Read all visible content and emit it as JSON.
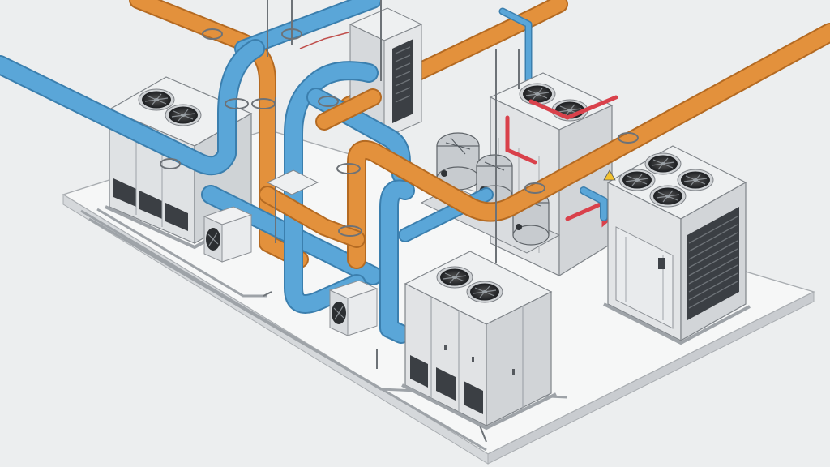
{
  "diagram": {
    "type": "isometric mechanical plant layout",
    "text_labels": [],
    "colors": {
      "background": "#eceeef",
      "floor_slab": "#f3f4f5",
      "cold_pipe": "#5aa6d8",
      "hot_pipe": "#e3913c",
      "refrigerant_line": "#d9414b",
      "equipment_body": "#e6e8ea",
      "equipment_shadow": "#c8cbcf",
      "louver": "#3b3f44",
      "fan": "#2c2f33"
    },
    "equipment": [
      {
        "name": "air-handling-unit-left",
        "fans": 2
      },
      {
        "name": "rooftop-unit-front",
        "fans": 2
      },
      {
        "name": "air-cooled-chiller-right",
        "fans": 4
      },
      {
        "name": "packaged-unit-back",
        "fans": 2
      },
      {
        "name": "electrical-cabinet-back",
        "fans": 0
      },
      {
        "name": "pump-skid-center",
        "pumps": 3
      },
      {
        "name": "condenser-fan-box",
        "count": 2
      }
    ],
    "pipe_circuits": [
      {
        "name": "chilled-water-circuit",
        "color_key": "cold_pipe"
      },
      {
        "name": "hot-water-circuit",
        "color_key": "hot_pipe"
      },
      {
        "name": "refrigerant-lines",
        "color_key": "refrigerant_line"
      }
    ]
  }
}
